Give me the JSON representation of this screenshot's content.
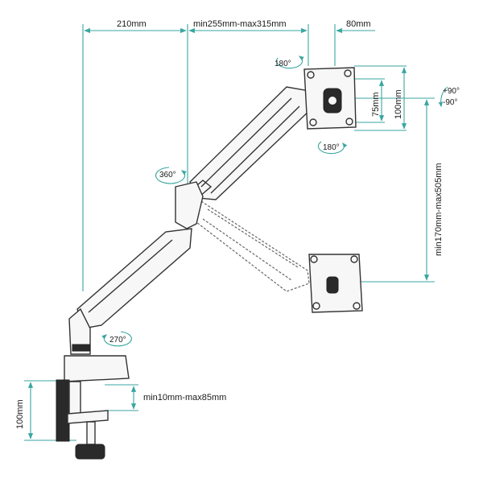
{
  "diagram": {
    "dimensions": {
      "top_left": "210mm",
      "top_middle": "min255mm-max315mm",
      "top_right": "80mm",
      "vesa_small": "75mm",
      "vesa_large": "100mm",
      "arm_height": "min170mm-max505mm",
      "clamp_height": "100mm",
      "clamp_range": "min10mm-max85mm"
    },
    "rotations": {
      "head_top": "180°",
      "head_bottom": "180°",
      "elbow": "360°",
      "base": "270°",
      "tilt_up": "+90°",
      "tilt_down": "-90°"
    },
    "colors": {
      "dimension_line": "#3aa6a0",
      "outline": "#333333"
    }
  }
}
